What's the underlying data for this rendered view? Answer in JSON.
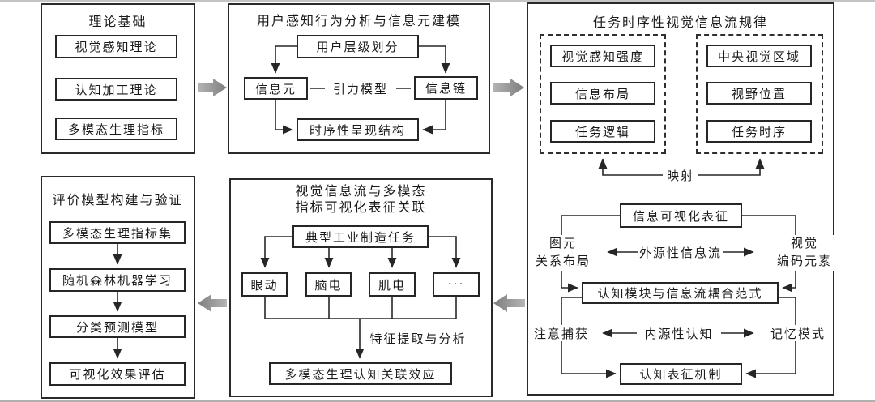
{
  "colors": {
    "line": "#262626",
    "text": "#1a1a1a",
    "gray_arrow_light": "#b5b5b5",
    "gray_arrow_dark": "#7d7d7d",
    "background": "#ffffff"
  },
  "panels": {
    "theory": {
      "title": "理论基础",
      "items": [
        "视觉感知理论",
        "认知加工理论",
        "多模态生理指标"
      ]
    },
    "user_modeling": {
      "title": "用户感知行为分析与信息元建模",
      "top_box": "用户层级划分",
      "left_box": "信息元",
      "gravity_label": "引力模型",
      "right_box": "信息链",
      "bottom_box": "时序性呈现结构"
    },
    "task_flow": {
      "title": "任务时序性视觉信息流规律",
      "left_group": [
        "视觉感知强度",
        "信息布局",
        "任务逻辑"
      ],
      "right_group": [
        "中央视觉区域",
        "视野位置",
        "任务时序"
      ],
      "mapping_label": "映射",
      "info_vis_box": "信息可视化表征",
      "graph_label_line1": "图元",
      "graph_label_line2": "关系布局",
      "exogenous_label": "外源性信息流",
      "visual_label_line1": "视觉",
      "visual_label_line2": "编码元素",
      "coupling_box": "认知模块与信息流耦合范式",
      "attention_label": "注意捕获",
      "endogenous_label": "内源性认知",
      "memory_label": "记忆模式",
      "cognition_box": "认知表征机制"
    },
    "evaluation": {
      "title": "评价模型构建与验证",
      "items": [
        "多模态生理指标集",
        "随机森林机器学习",
        "分类预测模型",
        "可视化效果评估"
      ]
    },
    "multimodal": {
      "title_line1": "视觉信息流与多模态",
      "title_line2": "指标可视化表征关联",
      "top_box": "典型工业制造任务",
      "branches": [
        "眼动",
        "脑电",
        "肌电",
        "···"
      ],
      "feature_label": "特征提取与分析",
      "bottom_box": "多模态生理认知关联效应"
    }
  }
}
